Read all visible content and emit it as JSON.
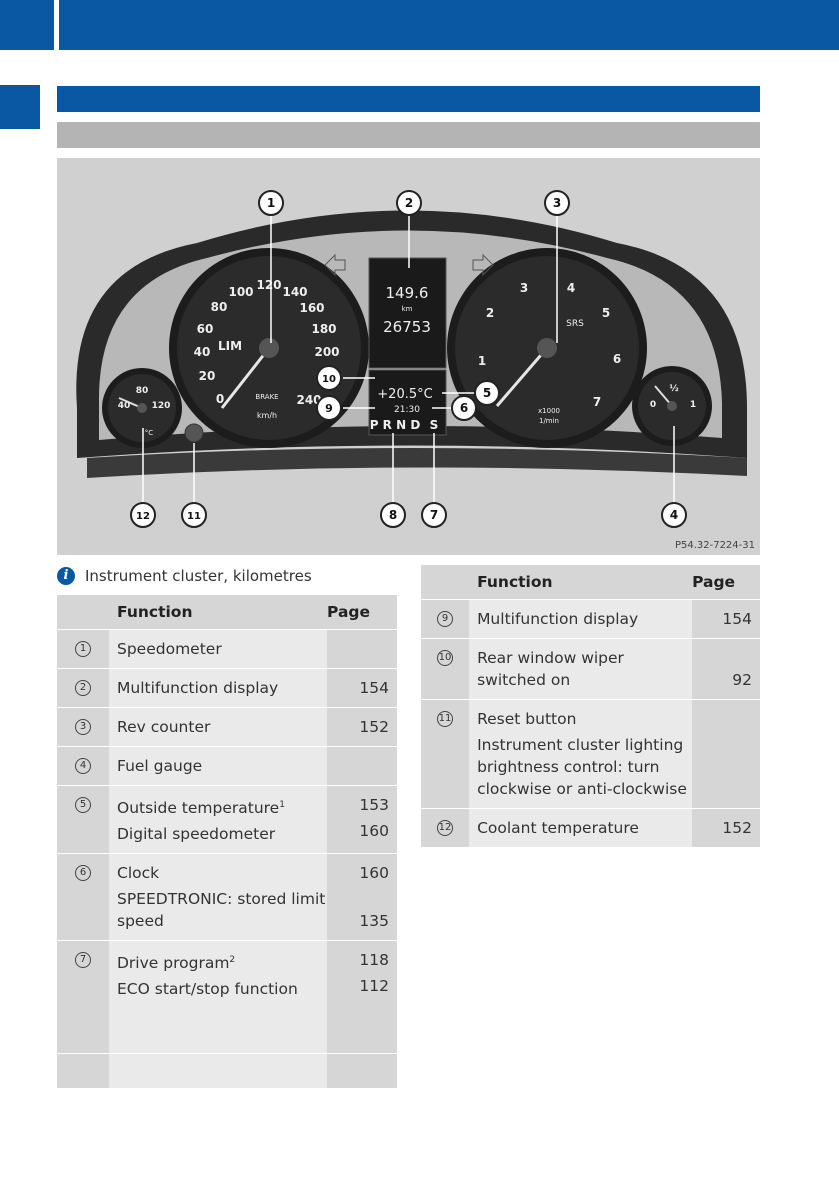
{
  "info_note": {
    "text": "Instrument cluster, kilometres"
  },
  "photo": {
    "callouts": [
      "1",
      "2",
      "3",
      "4",
      "5",
      "6",
      "7",
      "8",
      "9",
      "10",
      "11",
      "12"
    ],
    "reference": "P54.32-7224-31",
    "speedo_ticks": [
      "20",
      "40",
      "60",
      "80",
      "100",
      "120",
      "140",
      "160",
      "180",
      "200",
      "240"
    ],
    "speedo_zero": "0",
    "speedo_lim": "LIM",
    "speedo_brake": "BRAKE",
    "speedo_unit": "km/h",
    "display_trip": "149.6",
    "display_trip_unit": "km",
    "display_odo": "26753",
    "display_temp": "+20.5°C",
    "display_clock": "21:30",
    "display_gears": "P R N D",
    "display_gear_s": "S",
    "rev_ticks": [
      "1",
      "2",
      "3",
      "4",
      "5",
      "6",
      "7"
    ],
    "rev_srs": "SRS",
    "rev_unit1": "x1000",
    "rev_unit2": "1/min",
    "coolant_ticks": [
      "40",
      "80",
      "120"
    ],
    "coolant_unit": "°C",
    "fuel_ticks": [
      "0",
      "½",
      "1"
    ]
  },
  "left_table": {
    "headers": {
      "function": "Function",
      "page": "Page"
    },
    "rows": [
      {
        "num": "1",
        "functions": [
          "Speedometer"
        ],
        "pages": [
          ""
        ]
      },
      {
        "num": "2",
        "functions": [
          "Multifunction display"
        ],
        "pages": [
          "154"
        ]
      },
      {
        "num": "3",
        "functions": [
          "Rev counter"
        ],
        "pages": [
          "152"
        ]
      },
      {
        "num": "4",
        "functions": [
          "Fuel gauge"
        ],
        "pages": [
          ""
        ]
      },
      {
        "num": "5",
        "functions": [
          "Outside temperature",
          "Digital speedometer"
        ],
        "sup": "1",
        "pages": [
          "153",
          "160"
        ]
      },
      {
        "num": "6",
        "functions": [
          "Clock",
          "SPEEDTRONIC: stored limit speed"
        ],
        "pages": [
          "160",
          "135"
        ]
      },
      {
        "num": "7",
        "functions": [
          "Drive program",
          "ECO start/stop function"
        ],
        "sup": "2",
        "pages": [
          "118",
          "112"
        ]
      }
    ]
  },
  "right_table": {
    "headers": {
      "function": "Function",
      "page": "Page"
    },
    "rows": [
      {
        "num": "9",
        "functions": [
          "Multifunction display"
        ],
        "pages": [
          "154"
        ]
      },
      {
        "num": "10",
        "functions": [
          "Rear window wiper switched on"
        ],
        "pages": [
          "92"
        ]
      },
      {
        "num": "11",
        "functions": [
          "Reset button",
          "Instrument cluster lighting brightness control: turn clockwise or anti-clockwise"
        ],
        "pages": [
          ""
        ]
      },
      {
        "num": "12",
        "functions": [
          "Coolant temperature"
        ],
        "pages": [
          "152"
        ]
      }
    ]
  },
  "colors": {
    "brand_blue": "#0a57a4",
    "table_bg": "#eaeaea",
    "table_col": "#d6d6d6",
    "section_grey": "#b4b4b4"
  }
}
